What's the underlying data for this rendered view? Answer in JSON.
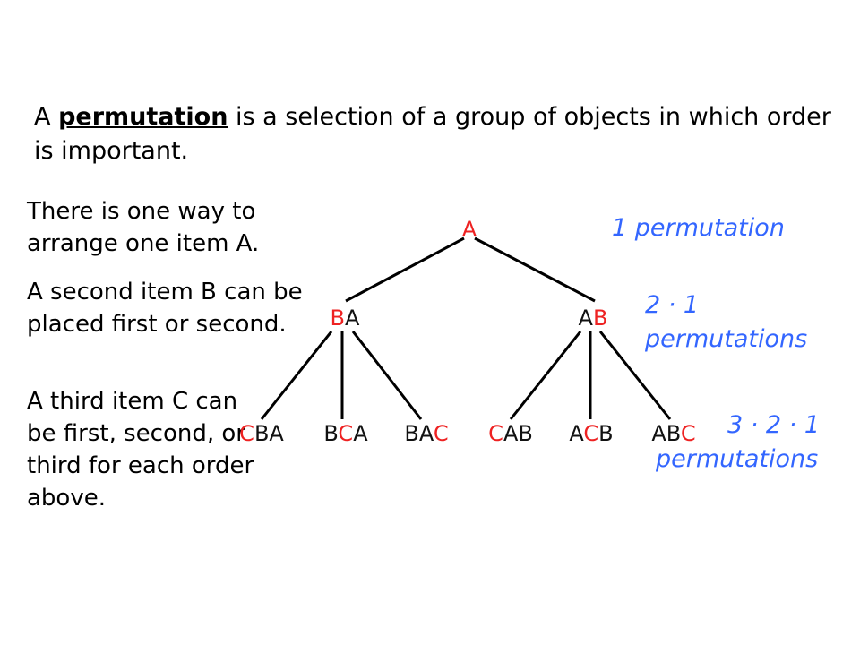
{
  "intro": {
    "prefix": "A ",
    "term": "permutation",
    "suffix": " is a selection of a group of objects in which order is important."
  },
  "steps": [
    "There is one way to arrange one item A.",
    "A second item B can be placed first or second.",
    "A third item C can be first, second, or third for each order above."
  ],
  "counts": {
    "level1": "1 permutation",
    "level2_expr": "2 · 1",
    "level2_word": "permutations",
    "level3_expr": "3 · 2 · 1",
    "level3_word": "permutations"
  },
  "colors": {
    "new_letter": "#ee2222",
    "count_text": "#3366ff"
  },
  "tree": {
    "root": [
      {
        "ch": "A",
        "new": true
      }
    ],
    "level2": [
      [
        {
          "ch": "B",
          "new": true
        },
        {
          "ch": "A",
          "new": false
        }
      ],
      [
        {
          "ch": "A",
          "new": false
        },
        {
          "ch": "B",
          "new": true
        }
      ]
    ],
    "level3": [
      [
        {
          "ch": "C",
          "new": true
        },
        {
          "ch": "B",
          "new": false
        },
        {
          "ch": "A",
          "new": false
        }
      ],
      [
        {
          "ch": "B",
          "new": false
        },
        {
          "ch": "C",
          "new": true
        },
        {
          "ch": "A",
          "new": false
        }
      ],
      [
        {
          "ch": "B",
          "new": false
        },
        {
          "ch": "A",
          "new": false
        },
        {
          "ch": "C",
          "new": true
        }
      ],
      [
        {
          "ch": "C",
          "new": true
        },
        {
          "ch": "A",
          "new": false
        },
        {
          "ch": "B",
          "new": false
        }
      ],
      [
        {
          "ch": "A",
          "new": false
        },
        {
          "ch": "C",
          "new": true
        },
        {
          "ch": "B",
          "new": false
        }
      ],
      [
        {
          "ch": "A",
          "new": false
        },
        {
          "ch": "B",
          "new": false
        },
        {
          "ch": "C",
          "new": true
        }
      ]
    ]
  }
}
